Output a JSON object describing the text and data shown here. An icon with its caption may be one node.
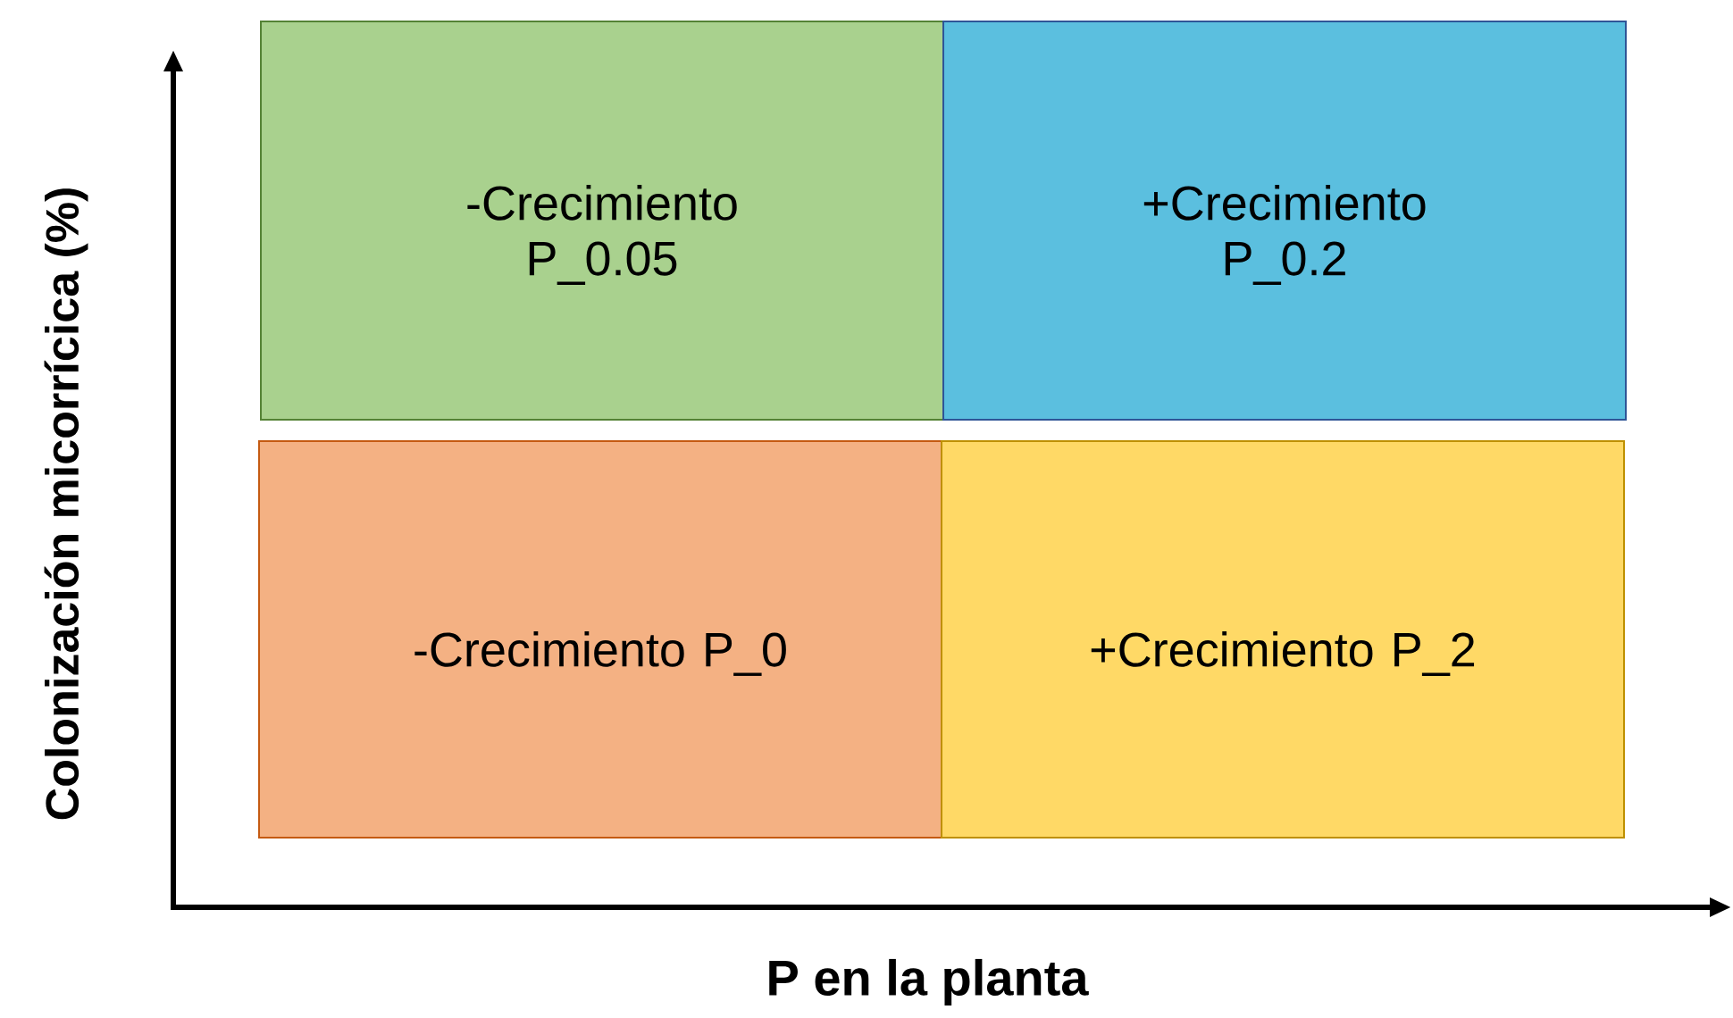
{
  "diagram": {
    "nodes": [
      {
        "text": [
          "-Crecimiento P_0.05"
        ]
      },
      {
        "text": [
          "+Crecimiento P_0.2"
        ]
      },
      {
        "text": [
          "-Crecimiento P_0"
        ]
      },
      {
        "text": [
          "+Crecimiento P_2"
        ]
      }
    ],
    "labels": [
      "Colonización micorrícica (%)",
      "P en la planta"
    ]
  }
}
